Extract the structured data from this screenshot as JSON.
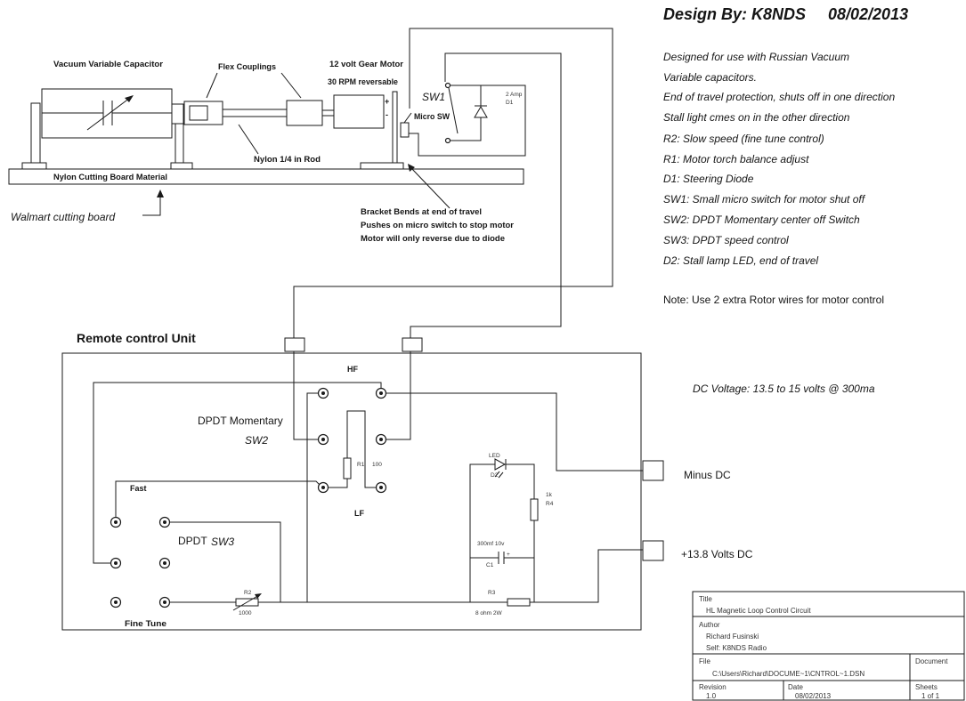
{
  "header": {
    "design_by": "Design By: K8NDS",
    "date": "08/02/2013"
  },
  "notes": [
    "Designed for use with Russian Vacuum",
    "Variable capacitors.",
    "End of travel protection, shuts off in one direction",
    "Stall light cmes on in the other direction",
    "R2: Slow speed (fine tune control)",
    "R1:  Motor torch balance adjust",
    "D1: Steering Diode",
    "SW1:  Small micro switch for motor shut off",
    "SW2: DPDT Momentary center off Switch",
    "SW3: DPDT speed control",
    "D2:  Stall lamp LED, end of travel"
  ],
  "rotor_note": "Note: Use 2 extra Rotor wires for motor control",
  "dc_voltage": "DC Voltage: 13.5 to 15 volts @ 300ma",
  "mechanical": {
    "capacitor": "Vacuum Variable Capacitor",
    "couplings": "Flex Couplings",
    "motor_line1": "12 volt Gear Motor",
    "motor_line2": "30 RPM reversable",
    "motor_plus": "+",
    "motor_minus": "-",
    "rod": "Nylon 1/4 in Rod",
    "board": "Nylon Cutting Board Material",
    "walmart": "Walmart cutting board",
    "sw1": "SW1",
    "micro_sw": "Micro SW",
    "d1_rating": "2 Amp",
    "d1_ref": "D1",
    "bracket_notes": [
      "Bracket Bends at end of travel",
      "Pushes on micro switch to stop motor",
      "Motor will only reverse due to diode"
    ]
  },
  "remote": {
    "title": "Remote control Unit",
    "hf": "HF",
    "lf": "LF",
    "sw2_type": "DPDT Momentary",
    "sw2_ref": "SW2",
    "r1_ref": "R1",
    "r1_value": "100",
    "fast": "Fast",
    "sw3_type": "DPDT",
    "sw3_ref": "SW3",
    "fine_tune": "Fine Tune",
    "r2_ref": "R2",
    "r2_value": "1000",
    "led_label": "LED",
    "d2_ref": "D2",
    "r4_value": "1k",
    "r4_ref": "R4",
    "c1_value": "300mf 10v",
    "c1_ref": "C1",
    "c1_plus": "+",
    "r3_ref": "R3",
    "r3_value": "8 ohm 2W",
    "minus_dc": "Minus DC",
    "plus_dc": "+13.8 Volts DC"
  },
  "title_block": {
    "title_label": "Title",
    "title": "HL Magnetic Loop Control Circuit",
    "author_label": "Author",
    "author": "Richard Fusinski",
    "org": "Self: K8NDS Radio",
    "file_label": "File",
    "file": "C:\\Users\\Richard\\DOCUME~1\\CNTROL~1.DSN",
    "document_label": "Document",
    "revision_label": "Revision",
    "revision": "1.0",
    "date_label": "Date",
    "date": "08/02/2013",
    "sheets_label": "Sheets",
    "sheets": "1 of 1"
  }
}
